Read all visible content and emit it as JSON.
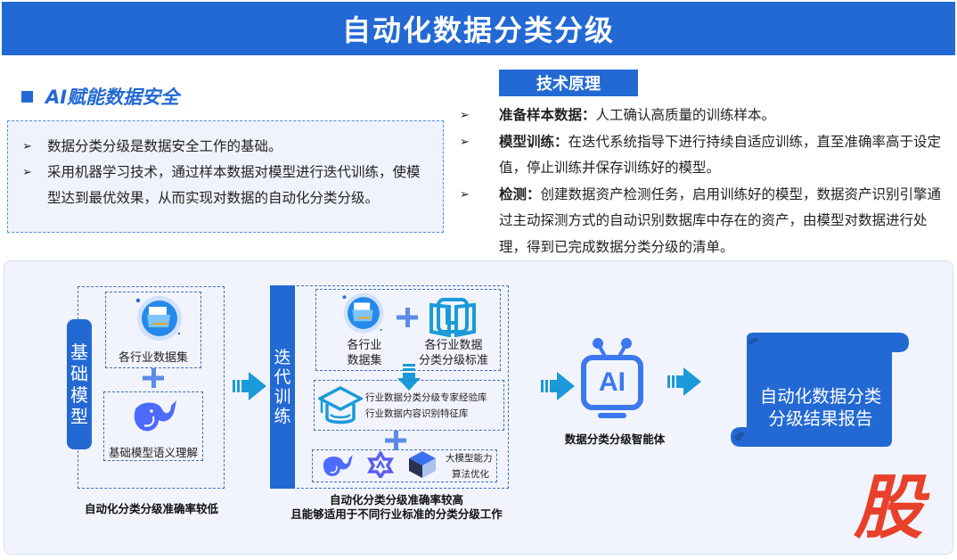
{
  "title": "自动化数据分类分级",
  "left_section": {
    "heading": "AI赋能数据安全",
    "bullets": [
      "数据分类分级是数据安全工作的基础。",
      "采用机器学习技术，通过样本数据对模型进行迭代训练，使模型达到最优效果，从而实现对数据的自动化分类分级。"
    ]
  },
  "tech_section": {
    "tag": "技术原理",
    "items": [
      {
        "bold": "准备样本数据：",
        "text": "人工确认高质量的训练样本。"
      },
      {
        "bold": "模型训练：",
        "text": "在迭代系统指导下进行持续自适应训练，直至准确率高于设定值，停止训练并保存训练好的模型。"
      },
      {
        "bold": "检测：",
        "text": "创建数据资产检测任务，启用训练好的模型，数据资产识别引擎通过主动探测方式的自动识别数据库中存在的资产，由模型对数据进行处理，得到已完成数据分类分级的清单。"
      }
    ]
  },
  "diagram": {
    "stage1": {
      "pillar": [
        "基",
        "础",
        "模",
        "型"
      ],
      "dataset_label": "各行业数据集",
      "model_label": "基础模型语义理解",
      "caption": "自动化分类分级准确率较低"
    },
    "stage2": {
      "pillar": [
        "迭",
        "代",
        "训",
        "练"
      ],
      "dataset_label_line1": "各行业",
      "dataset_label_line2": "数据集",
      "standard_label_line1": "各行业数据",
      "standard_label_line2": "分类分级标准",
      "kb_line1": "行业数据分类分级专家经验库",
      "kb_line2": "行业数据内容识别特征库",
      "llm_line1": "大模型能力",
      "llm_line2": "算法优化",
      "caption_line1": "自动化分类分级准确率较高",
      "caption_line2": "且能够适用于不同行业标准的分类分级工作"
    },
    "agent": {
      "icon_text": "AI",
      "label": "数据分类分级智能体"
    },
    "report": {
      "line1": "自动化数据分类",
      "line2": "分级结果报告"
    }
  },
  "watermark": "股",
  "colors": {
    "primary": "#2369d4",
    "arrow": "#1a9ad8",
    "icon_blue": "#3b78ee",
    "watermark_red": "#e8402a"
  }
}
